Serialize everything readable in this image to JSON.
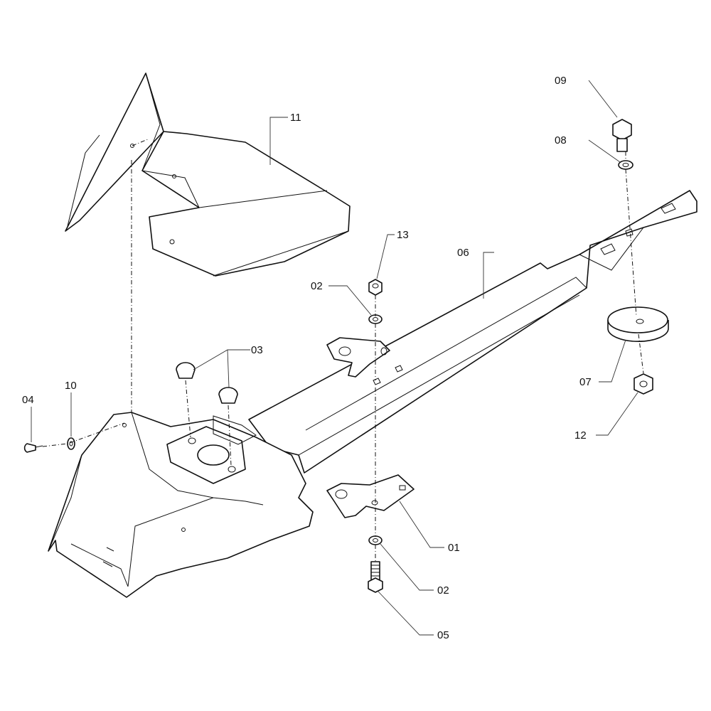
{
  "diagram": {
    "type": "exploded parts diagram",
    "callouts": {
      "c09": "09",
      "c08": "08",
      "c11": "11",
      "c13": "13",
      "c02a": "02",
      "c06": "06",
      "c03": "03",
      "c07": "07",
      "c04": "04",
      "c10": "10",
      "c12": "12",
      "c01": "01",
      "c02b": "02",
      "c05": "05"
    }
  }
}
